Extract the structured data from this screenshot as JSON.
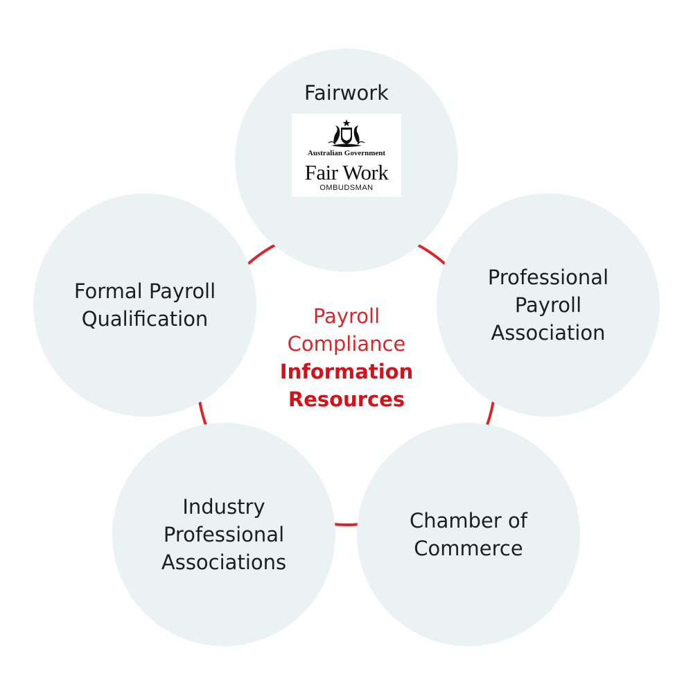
{
  "colors": {
    "accent": "#d9262a",
    "circle_fill": "#ebf2f4",
    "text": "#1e1e1e"
  },
  "center": {
    "line1": "Payroll",
    "line2": "Compliance",
    "line3": "Information",
    "line4": "Resources"
  },
  "nodes": {
    "fairwork": {
      "label": "Fairwork",
      "logo": {
        "government": "Australian Government",
        "name": "Fair Work",
        "sub": "OMBUDSMAN",
        "icon": "coat-of-arms-icon"
      }
    },
    "professional_payroll": {
      "lines": [
        "Professional",
        "Payroll",
        "Association"
      ]
    },
    "chamber": {
      "lines": [
        "Chamber of",
        "Commerce"
      ]
    },
    "industry": {
      "lines": [
        "Industry",
        "Professional",
        "Associations"
      ]
    },
    "formal_payroll": {
      "lines": [
        "Formal Payroll",
        "Qualification"
      ]
    }
  }
}
